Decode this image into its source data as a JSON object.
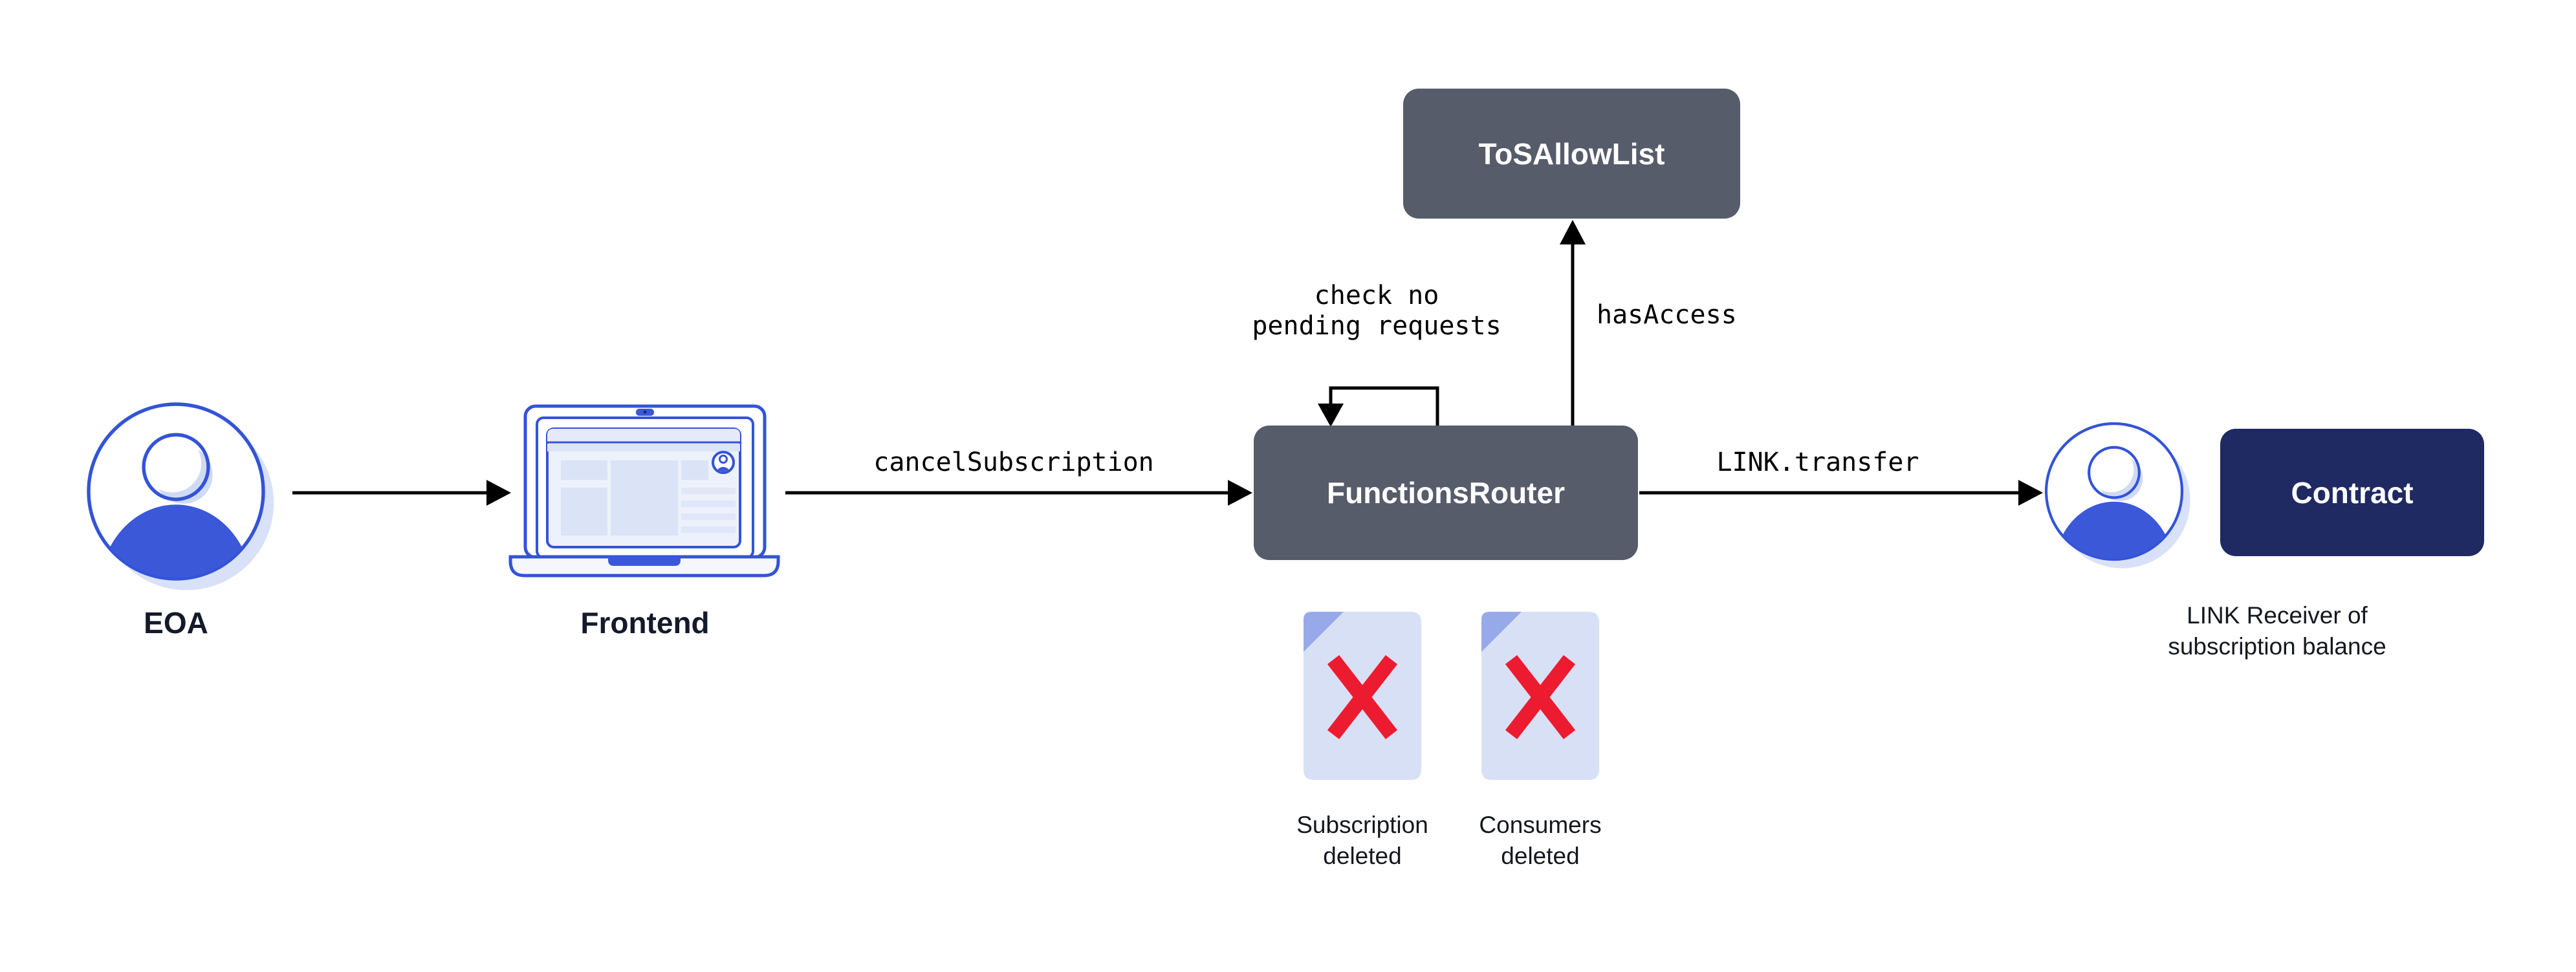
{
  "diagram": {
    "entities": {
      "eoa": {
        "label": "EOA",
        "icon": "user-avatar-icon"
      },
      "frontend": {
        "label": "Frontend",
        "icon": "laptop-icon"
      },
      "functions_router": {
        "label": "FunctionsRouter",
        "type": "contract-box"
      },
      "tos_allow_list": {
        "label": "ToSAllowList",
        "type": "contract-box"
      },
      "contract": {
        "label": "Contract",
        "type": "contract-box"
      },
      "link_receiver": {
        "label": "LINK Receiver of\nsubscription balance",
        "icon": "user-avatar-icon"
      }
    },
    "edges": {
      "eoa_to_frontend": {
        "label": ""
      },
      "cancel_subscription": {
        "label": "cancelSubscription"
      },
      "check_pending": {
        "label": "check no\npending requests"
      },
      "has_access": {
        "label": "hasAccess"
      },
      "link_transfer": {
        "label": "LINK.transfer"
      }
    },
    "artifacts": {
      "subscription_deleted": {
        "label": "Subscription\ndeleted",
        "icon": "deleted-document-icon"
      },
      "consumers_deleted": {
        "label": "Consumers\ndeleted",
        "icon": "deleted-document-icon"
      }
    },
    "colors": {
      "accent_blue": "#3353d8",
      "fill_blue": "#3b58d8",
      "shadow_blue": "#d8e1f7",
      "box_gray": "#565c6a",
      "box_navy": "#1f2a62",
      "doc_page": "#d8e0f6",
      "doc_fold": "#97a9e9",
      "delete_red": "#ed1b2f",
      "label_navy": "#141a2c",
      "edge_black": "#000000"
    }
  }
}
